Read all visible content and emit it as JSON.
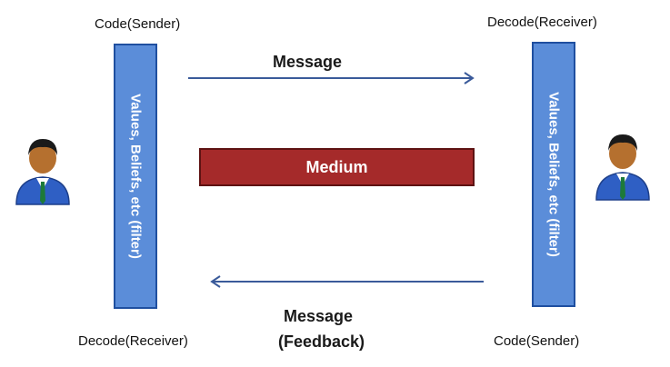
{
  "sender_side": {
    "top_label": "Code(Sender)",
    "bottom_label": "Decode(Receiver)",
    "filter_label": "Values, Beliefs, etc (filter)"
  },
  "receiver_side": {
    "top_label": "Decode(Receiver)",
    "bottom_label": "Code(Sender)",
    "filter_label": "Values, Beliefs, etc (filter)"
  },
  "message_forward": "Message",
  "feedback": {
    "line1": "Message",
    "line2": "(Feedback)"
  },
  "medium": "Medium",
  "colors": {
    "filter_bar": "#5b8dd9",
    "filter_border": "#1f4fa0",
    "medium": "#a52a2a",
    "arrow": "#3a5a9a"
  },
  "icons": [
    "person-icon",
    "person-icon"
  ]
}
